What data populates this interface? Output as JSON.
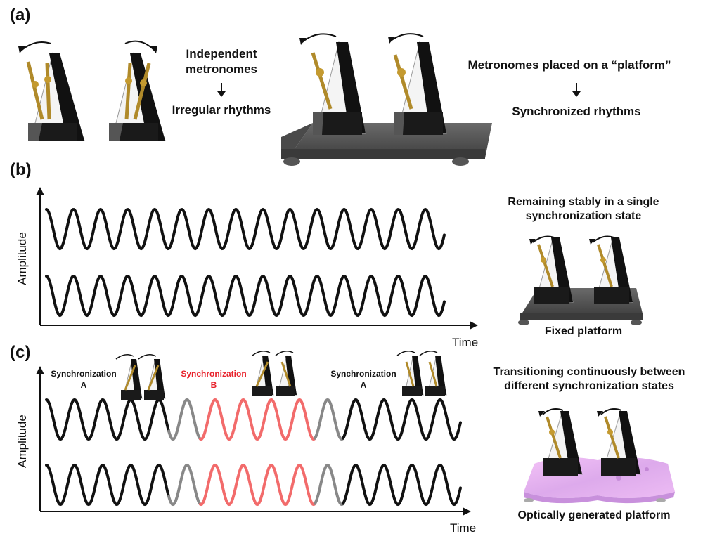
{
  "panels": {
    "a": {
      "label": "(a)",
      "left_text": [
        "Independent",
        "metronomes"
      ],
      "left_result": "Irregular rhythms",
      "right_text": "Metronomes placed on a “platform”",
      "right_result": "Synchronized rhythms"
    },
    "b": {
      "label": "(b)",
      "y_axis": "Amplitude",
      "x_axis": "Time",
      "state_caption": [
        "Remaining stably in a single",
        "synchronization state"
      ],
      "platform_caption": "Fixed platform"
    },
    "c": {
      "label": "(c)",
      "y_axis": "Amplitude",
      "x_axis": "Time",
      "sync_labels": [
        {
          "line1": "Synchronization",
          "line2": "A",
          "color": "#111111"
        },
        {
          "line1": "Synchronization",
          "line2": "B",
          "color": "#e8202a"
        },
        {
          "line1": "Synchronization",
          "line2": "A",
          "color": "#111111"
        }
      ],
      "state_caption": [
        "Transitioning continuously between",
        "different synchronization states"
      ],
      "platform_caption": "Optically generated platform"
    }
  },
  "colors": {
    "wave": "#111111",
    "sync_b_wave": "#f26b6b",
    "transition_wave": "#888888",
    "platform": "#555555",
    "optical_platform": "#e8a8f0",
    "pendulum": "#b08a2a"
  }
}
